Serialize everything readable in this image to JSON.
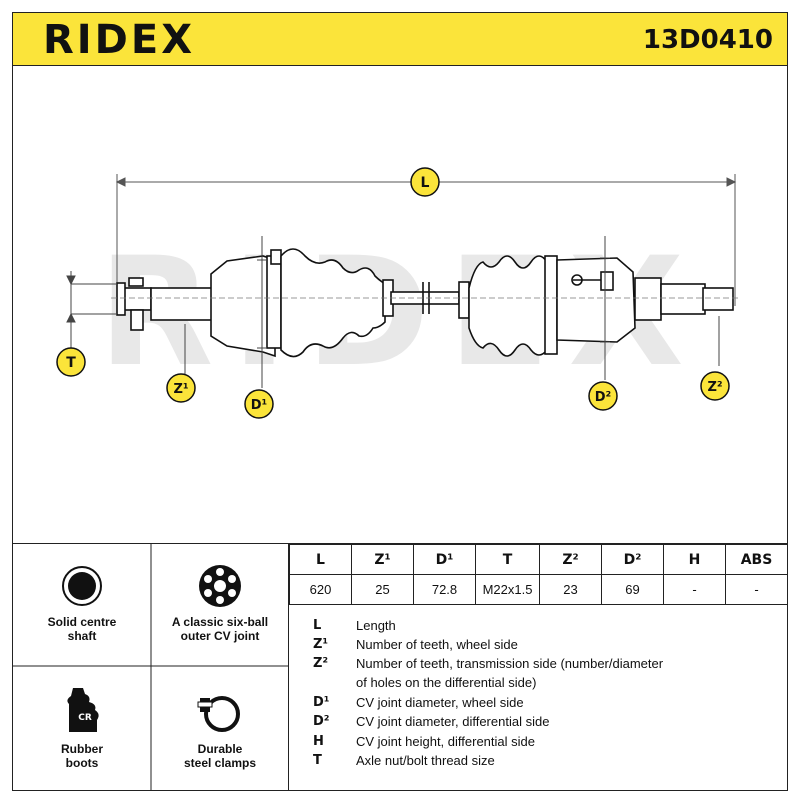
{
  "header": {
    "brand": "RIDEX",
    "part_number": "13D0410"
  },
  "diagram": {
    "watermark": "RIDEX",
    "labels": {
      "L": "L",
      "T": "T",
      "Z1": "Z¹",
      "D1": "D¹",
      "D2": "D²",
      "Z2": "Z²"
    }
  },
  "features": [
    {
      "icon": "solid-shaft-icon",
      "label_line1": "Solid centre",
      "label_line2": "shaft"
    },
    {
      "icon": "six-ball-joint-icon",
      "label_line1": "A classic six-ball",
      "label_line2": "outer CV joint"
    },
    {
      "icon": "rubber-boot-icon",
      "label_line1": "Rubber",
      "label_line2": "boots",
      "badge": "CR"
    },
    {
      "icon": "steel-clamp-icon",
      "label_line1": "Durable",
      "label_line2": "steel clamps"
    }
  ],
  "spec_table": {
    "headers": [
      "L",
      "Z¹",
      "D¹",
      "T",
      "Z²",
      "D²",
      "H",
      "ABS"
    ],
    "values": [
      "620",
      "25",
      "72.8",
      "M22x1.5",
      "23",
      "69",
      "-",
      "-"
    ]
  },
  "legend": [
    {
      "symbol": "L",
      "desc": "Length"
    },
    {
      "symbol": "Z¹",
      "desc": "Number of teeth, wheel side"
    },
    {
      "symbol": "Z²",
      "desc": "Number of teeth, transmission side (number/diameter"
    },
    {
      "symbol": "",
      "desc": "of holes on the differential side)"
    },
    {
      "symbol": "D¹",
      "desc": "CV joint diameter, wheel side"
    },
    {
      "symbol": "D²",
      "desc": "CV joint diameter, differential side"
    },
    {
      "symbol": "H",
      "desc": "CV joint height, differential side"
    },
    {
      "symbol": "T",
      "desc": "Axle nut/bolt thread size"
    }
  ],
  "colors": {
    "accent": "#fbe43a",
    "ink": "#111111",
    "watermark": "#e6e6e6"
  }
}
